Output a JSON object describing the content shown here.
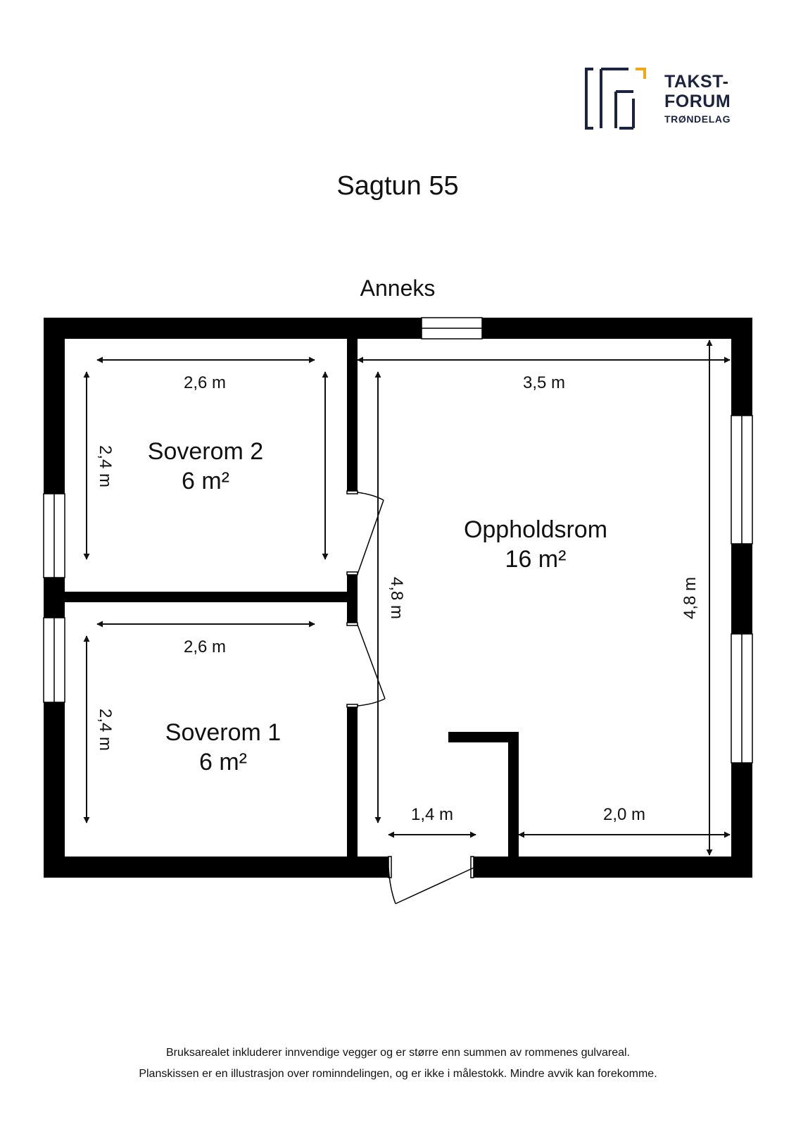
{
  "logo": {
    "name": "takstforum-logo",
    "line1": "TAKST-",
    "line2": "FORUM",
    "line3": "TRØNDELAG",
    "colors": {
      "navy": "#1b2340",
      "gold": "#f0a818"
    }
  },
  "title": "Sagtun 55",
  "floor_label": "Anneks",
  "rooms": [
    {
      "name": "Soverom 2",
      "area": "6 m²"
    },
    {
      "name": "Soverom 1",
      "area": "6 m²"
    },
    {
      "name": "Oppholdsrom",
      "area": "16 m²"
    }
  ],
  "dimensions": {
    "soverom2_width": "2,6 m",
    "soverom2_depth": "2,4 m",
    "soverom1_width": "2,6 m",
    "soverom1_depth": "2,4 m",
    "opphold_width": "3,5 m",
    "opphold_depth_left": "4,8 m",
    "opphold_depth_right": "4,8 m",
    "entry_width": "1,4 m",
    "bottom_right_width": "2,0 m"
  },
  "footer": {
    "line1": "Bruksarealet inkluderer innvendige vegger og er større enn summen av rommenes gulvareal.",
    "line2": "Planskissen er en illustrasjon over rominndelingen, og er ikke i målestokk. Mindre avvik kan forekomme."
  }
}
